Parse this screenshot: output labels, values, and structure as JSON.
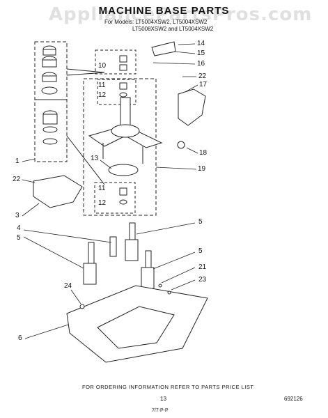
{
  "watermark": "AppliancePartsPros.com",
  "title": "MACHINE BASE PARTS",
  "subtitle": {
    "line1": "For Models: LT5004XSW2, LT5004XSW2",
    "line2": "LT5008XSW2 and LT5004XSW2"
  },
  "callouts": [
    "14",
    "15",
    "16",
    "22",
    "17",
    "10",
    "11",
    "12",
    "18",
    "19",
    "13",
    "11",
    "12",
    "1",
    "22",
    "3",
    "4",
    "5",
    "5",
    "5",
    "21",
    "23",
    "24",
    "6"
  ],
  "footer": "FOR ORDERING INFORMATION REFER TO PARTS PRICE LIST",
  "page_number": "13",
  "doc_code": "692126",
  "print_mark": "7/7-P-P"
}
